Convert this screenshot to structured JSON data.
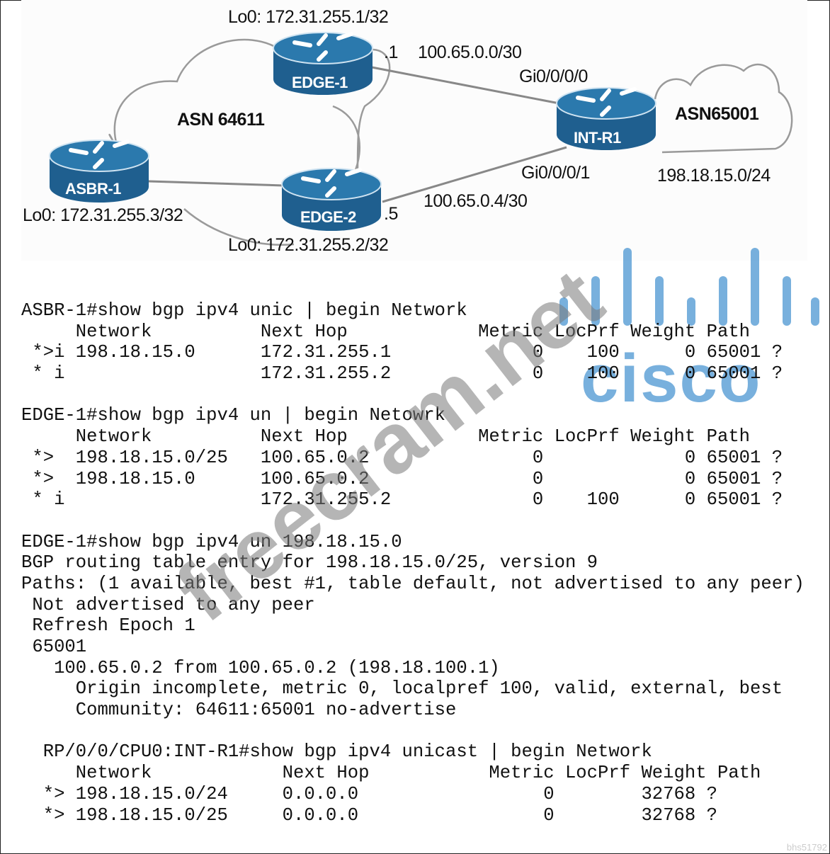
{
  "diagram": {
    "asn_left": "ASN 64611",
    "asn_right": "ASN65001",
    "routers": {
      "edge1": {
        "name": "EDGE-1",
        "loopback": "Lo0: 172.31.255.1/32",
        "host": ".1"
      },
      "edge2": {
        "name": "EDGE-2",
        "loopback": "Lo0: 172.31.255.2/32",
        "host": ".5"
      },
      "asbr1": {
        "name": "ASBR-1",
        "loopback": "Lo0: 172.31.255.3/32"
      },
      "intr1": {
        "name": "INT-R1"
      }
    },
    "links": {
      "edge1_intr1": {
        "subnet": "100.65.0.0/30",
        "interface": "Gi0/0/0/0"
      },
      "edge2_intr1": {
        "subnet": "100.65.0.4/30",
        "interface": "Gi0/0/0/1"
      }
    },
    "remote_prefix": "198.18.15.0/24",
    "colors": {
      "router": "#1f5f8f",
      "router_top": "#2b79ad",
      "cloud": "#9a9a9a"
    }
  },
  "cli": {
    "lines": [
      "ASBR-1#show bgp ipv4 unic | begin Network",
      "     Network          Next Hop            Metric LocPrf Weight Path",
      " *>i 198.18.15.0      172.31.255.1             0    100      0 65001 ?",
      " * i                  172.31.255.2             0    100      0 65001 ?",
      "",
      "EDGE-1#show bgp ipv4 un | begin Netowrk",
      "     Network          Next Hop            Metric LocPrf Weight Path",
      " *>  198.18.15.0/25   100.65.0.2               0             0 65001 ?",
      " *>  198.18.15.0      100.65.0.2               0             0 65001 ?",
      " * i                  172.31.255.2             0    100      0 65001 ?",
      "",
      "EDGE-1#show bgp ipv4 un 198.18.15.0",
      "BGP routing table entry for 198.18.15.0/25, version 9",
      "Paths: (1 available, best #1, table default, not advertised to any peer)",
      " Not advertised to any peer",
      " Refresh Epoch 1",
      " 65001",
      "   100.65.0.2 from 100.65.0.2 (198.18.100.1)",
      "     Origin incomplete, metric 0, localpref 100, valid, external, best",
      "     Community: 64611:65001 no-advertise",
      "",
      "  RP/0/0/CPU0:INT-R1#show bgp ipv4 unicast | begin Network",
      "     Network            Next Hop           Metric LocPrf Weight Path",
      "  *> 198.18.15.0/24     0.0.0.0                 0        32768 ?",
      "  *> 198.18.15.0/25     0.0.0.0                 0        32768 ?"
    ]
  },
  "watermark": {
    "text": "freecram.net",
    "logo": "cisco"
  },
  "corner_tag": "bhs51792"
}
